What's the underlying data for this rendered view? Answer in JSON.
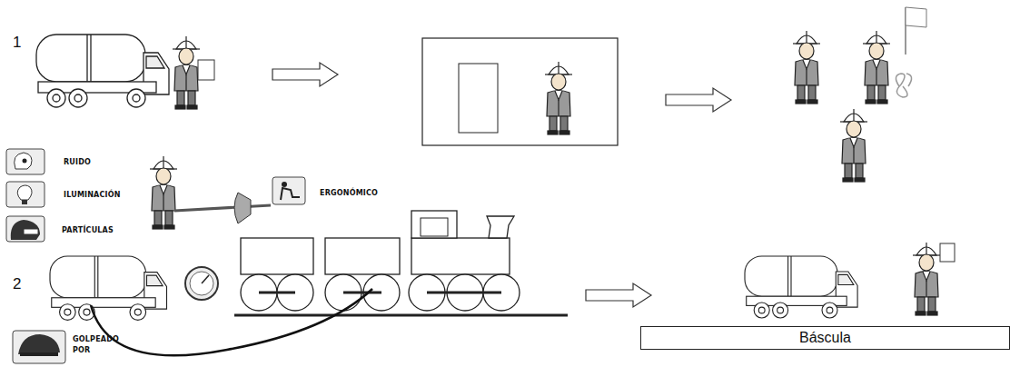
{
  "diagram": {
    "nodes": [
      {
        "text": [
          "Báscula"
        ]
      }
    ],
    "labels": [
      "1",
      "RUIDO",
      "ILUMINACIÓN",
      "PARTÍCULAS",
      "ERGONÓMICO",
      "2",
      "GOLPEADO POR"
    ]
  }
}
